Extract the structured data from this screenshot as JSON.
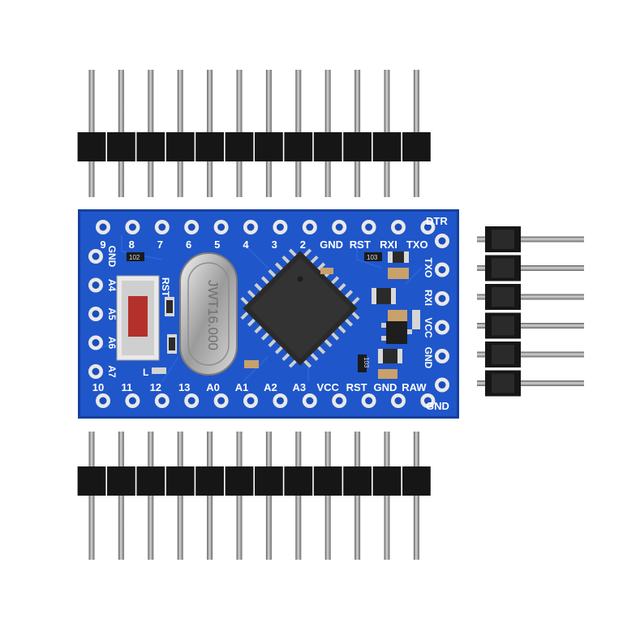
{
  "board": {
    "top_labels": [
      "9",
      "8",
      "7",
      "6",
      "5",
      "4",
      "3",
      "2",
      "GND",
      "RST",
      "RXI",
      "TXO"
    ],
    "bottom_labels": [
      "10",
      "11",
      "12",
      "13",
      "A0",
      "A1",
      "A2",
      "A3",
      "VCC",
      "RST",
      "GND",
      "RAW"
    ],
    "left_labels": [
      "GND",
      "A4",
      "A5",
      "A6",
      "A7"
    ],
    "right_labels": [
      "TXO",
      "RXI",
      "VCC",
      "GND"
    ],
    "corner_top_label": "DTR",
    "corner_bottom_label": "GND",
    "reset_label": "RST",
    "led_label": "L",
    "crystal_text": "JWT16.000",
    "res_102": "102",
    "res_103": "103",
    "res_103b": "103",
    "colors": {
      "pcb": "#1f56c9",
      "pcb_edge": "#163f9e",
      "pad": "#e9e9e9",
      "header": "#161616",
      "pin": "#9a9a9a"
    }
  }
}
